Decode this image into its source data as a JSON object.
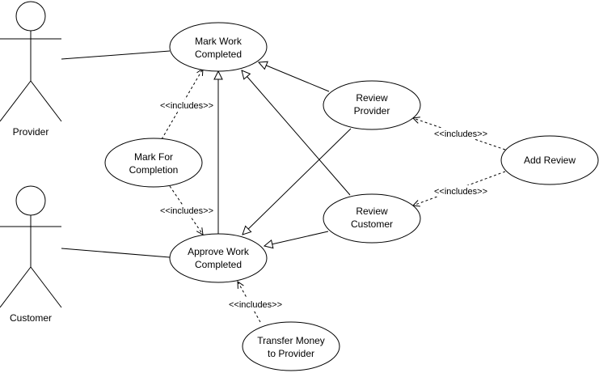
{
  "actors": {
    "provider": "Provider",
    "customer": "Customer"
  },
  "use_cases": {
    "mark_work_completed": [
      "Mark Work",
      "Completed"
    ],
    "mark_for_completion": [
      "Mark For",
      "Completion"
    ],
    "approve_work_completed": [
      "Approve Work",
      "Completed"
    ],
    "review_provider": [
      "Review",
      "Provider"
    ],
    "review_customer": [
      "Review",
      "Customer"
    ],
    "add_review": [
      "Add Review"
    ],
    "transfer_money": [
      "Transfer Money",
      "to Provider"
    ]
  },
  "relations": {
    "includes_label": "<<includes>>"
  },
  "colors": {
    "stroke": "#000000",
    "fill": "#ffffff"
  }
}
